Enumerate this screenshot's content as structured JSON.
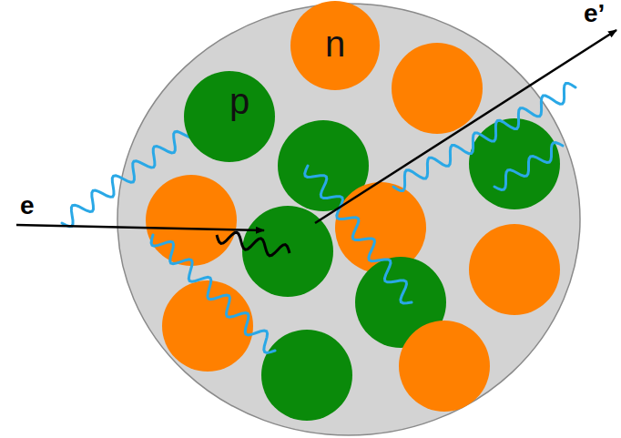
{
  "diagram": {
    "nodes": [
      {
        "text": [
          "n"
        ]
      },
      {
        "text": [
          "p"
        ]
      }
    ],
    "labels": [
      "e",
      "e’"
    ]
  }
}
